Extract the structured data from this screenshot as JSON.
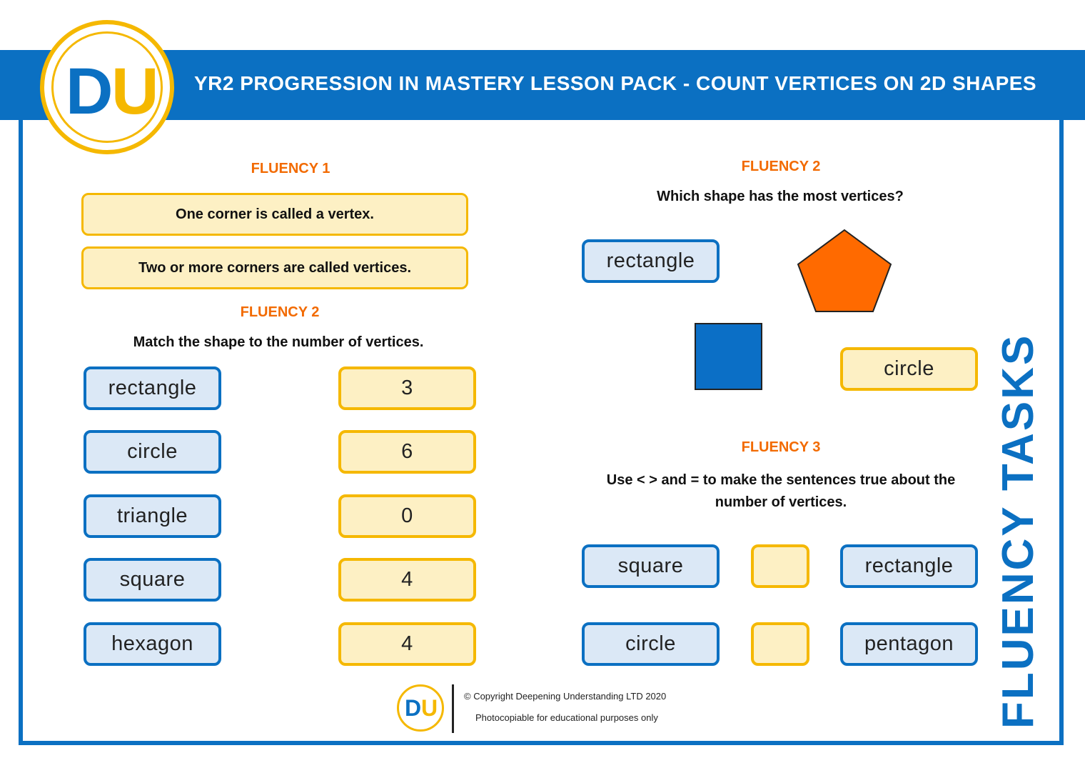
{
  "header": {
    "title": "YR2 PROGRESSION IN MASTERY LESSON PACK - COUNT VERTICES ON 2D SHAPES",
    "logo": {
      "d": "D",
      "u": "U"
    }
  },
  "left": {
    "fluency1": {
      "heading": "FLUENCY 1",
      "facts": [
        "One corner is called a vertex.",
        "Two or more corners are called vertices."
      ]
    },
    "fluency2": {
      "heading": "FLUENCY 2",
      "prompt": "Match the shape to the number of vertices.",
      "shapes": [
        "rectangle",
        "circle",
        "triangle",
        "square",
        "hexagon"
      ],
      "numbers": [
        "3",
        "6",
        "0",
        "4",
        "4"
      ]
    }
  },
  "right": {
    "fluency2": {
      "heading": "FLUENCY 2",
      "prompt": "Which shape has the most vertices?",
      "label_rectangle": "rectangle",
      "label_circle": "circle",
      "pentagon_color": "#ff6a00",
      "square_color": "#0b6fc6"
    },
    "fluency3": {
      "heading": "FLUENCY 3",
      "prompt": "Use < > and = to make the sentences true about the number of vertices.",
      "rows": [
        {
          "left": "square",
          "right": "rectangle"
        },
        {
          "left": "circle",
          "right": "pentagon"
        }
      ]
    }
  },
  "side_title": "FLUENCY TASKS",
  "footer": {
    "copyright": "© Copyright Deepening Understanding LTD 2020",
    "note": "Photocopiable for educational purposes only"
  },
  "colors": {
    "brand_blue": "#0b70c2",
    "brand_yellow": "#f5b800",
    "heading_orange": "#f26a00"
  }
}
